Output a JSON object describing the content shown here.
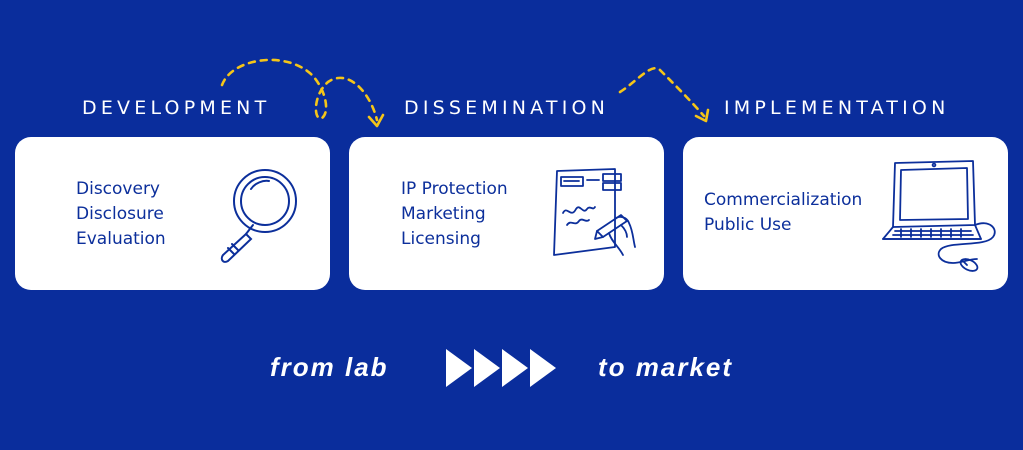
{
  "stages": [
    {
      "label": "DEVELOPMENT",
      "items": [
        "Discovery",
        "Disclosure",
        "Evaluation"
      ],
      "icon": "magnifying-glass-icon"
    },
    {
      "label": "DISSEMINATION",
      "items": [
        "IP Protection",
        "Marketing",
        "Licensing"
      ],
      "icon": "document-signing-icon"
    },
    {
      "label": "IMPLEMENTATION",
      "items": [
        "Commercialization",
        "Public Use"
      ],
      "icon": "laptop-icon"
    }
  ],
  "tagline": {
    "from": "from lab",
    "to": "to market",
    "arrow_icon": "chevrons-right-icon"
  },
  "colors": {
    "background": "#0a2d9c",
    "card": "#ffffff",
    "text": "#0c2f9b",
    "arrow": "#f5c518"
  }
}
